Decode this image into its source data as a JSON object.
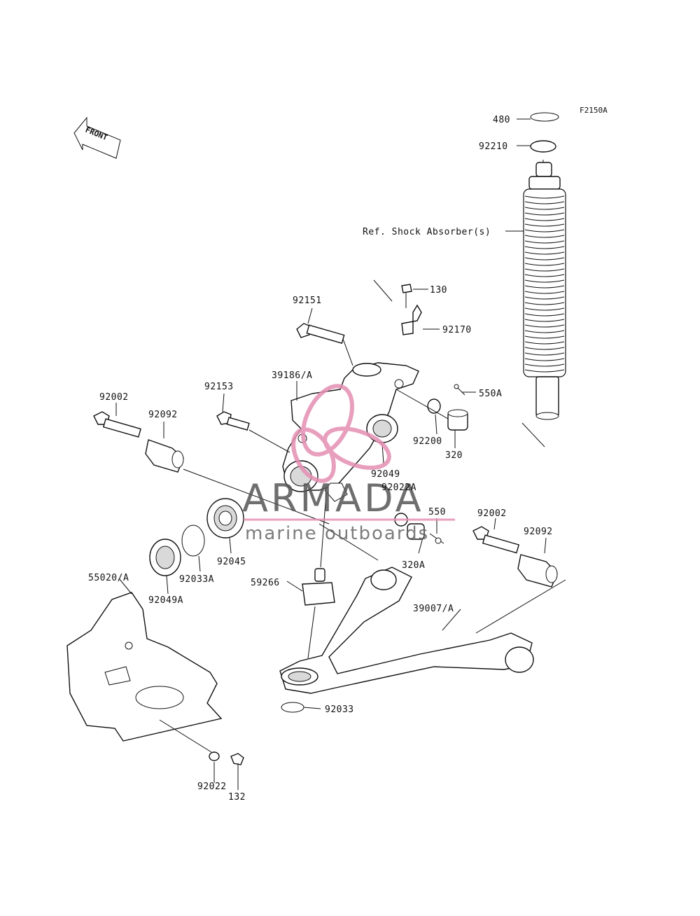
{
  "figure_code": "F2150A",
  "front_arrow_text": "FRONT",
  "shock_ref_text": "Ref. Shock Absorber(s)",
  "watermark": {
    "title": "ARMADA",
    "subtitle": "marine outboards",
    "accent_color": "#e58fb3",
    "text_color": "#555555"
  },
  "parts": {
    "p480": "480",
    "p92210": "92210",
    "p130": "130",
    "p92151": "92151",
    "p92170": "92170",
    "p39186A": "39186/A",
    "p92153": "92153",
    "p550A": "550A",
    "p92002a": "92002",
    "p92092a": "92092",
    "p92200": "92200",
    "p320": "320",
    "p92049": "92049",
    "p92022A": "92022A",
    "p550": "550",
    "p92002b": "92002",
    "p92092b": "92092",
    "p92045": "92045",
    "p320A": "320A",
    "p55020A": "55020/A",
    "p92033A": "92033A",
    "p59266": "59266",
    "p39007A": "39007/A",
    "p92049A": "92049A",
    "p92033": "92033",
    "p92022": "92022",
    "p132": "132"
  }
}
